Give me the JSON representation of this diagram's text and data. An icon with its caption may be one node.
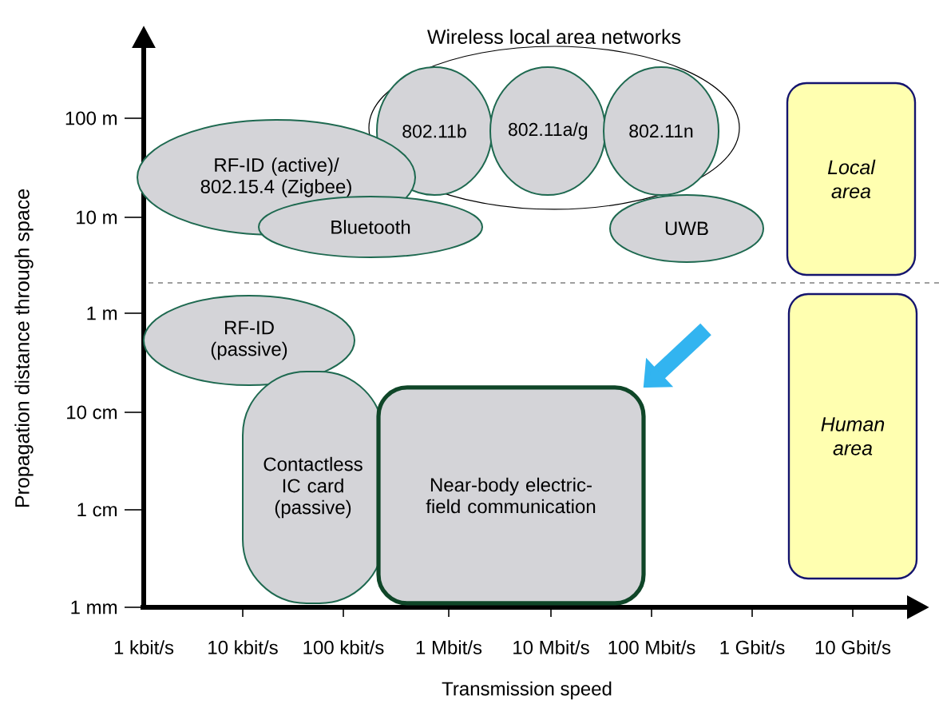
{
  "diagram": {
    "nodes": [
      {
        "text": [
          "Wireless local area networks"
        ]
      },
      {
        "text": [
          "802.11b"
        ],
        "in": 0
      },
      {
        "text": [
          "802.11a/g"
        ],
        "in": 0
      },
      {
        "text": [
          "802.11n"
        ],
        "in": 0
      },
      {
        "text": [
          "RF-ID (active)/ 802.15.4 (Zigbee)"
        ]
      },
      {
        "text": [
          "Bluetooth"
        ]
      },
      {
        "text": [
          "UWB"
        ]
      },
      {
        "text": [
          "Local area"
        ]
      },
      {
        "text": [
          "RF-ID (passive)"
        ]
      },
      {
        "text": [
          "Contactless IC card (passive)"
        ]
      },
      {
        "text": [
          "Near-body electric-field communication"
        ]
      },
      {
        "text": [
          "Human area"
        ]
      }
    ],
    "edges": [
      {
        "from": null,
        "to": 10,
        "arrow": "to"
      }
    ],
    "labels": [
      "100 m",
      "10 m",
      "1 m",
      "10 cm",
      "1 cm",
      "1 mm",
      "Propagation distance through space",
      "1 kbit/s",
      "10 kbit/s",
      "100 kbit/s",
      "1 Mbit/s",
      "10 Mbit/s",
      "100 Mbit/s",
      "1 Gbit/s",
      "10 Gbit/s",
      "Transmission speed"
    ]
  }
}
